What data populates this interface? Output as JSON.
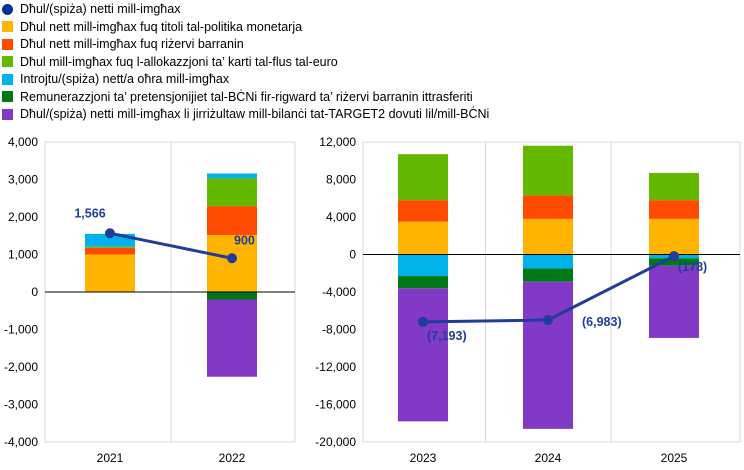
{
  "legend": [
    {
      "label": "Dħul/(spiża) netti mill-imgħax",
      "color": "#003299",
      "marker": "dot"
    },
    {
      "label": "Dħul nett mill-imgħax fuq titoli tal-politika monetarja",
      "color": "#FFB400",
      "marker": "square"
    },
    {
      "label": "Dħul nett mill-imgħax fuq riżervi barranin",
      "color": "#FF4B00",
      "marker": "square"
    },
    {
      "label": "Dħul mill-imgħax fuq l-allokazzjoni ta’ karti tal-flus tal-euro",
      "color": "#65B800",
      "marker": "square"
    },
    {
      "label": "Introjtu/(spiża) nett/a oħra mill-imgħax",
      "color": "#00B1EA",
      "marker": "square"
    },
    {
      "label": "Remunerazzjoni ta’ pretensjonijiet tal-BĊNi fir-rigward ta’ riżervi barranin ittrasferiti",
      "color": "#007816",
      "marker": "square"
    },
    {
      "label": "Dħul/(spiża) netti mill-imgħax li jirriżultaw mill-bilanċi tat-TARGET2 dovuti lil/mill-BĊNi",
      "color": "#8139C6",
      "marker": "square"
    }
  ],
  "chart_data": [
    {
      "type": "bar",
      "stacked": true,
      "categories": [
        "2021",
        "2022"
      ],
      "ylim": [
        -4000,
        4000
      ],
      "yticks": [
        "4,000",
        "3,000",
        "2,000",
        "1,000",
        "0",
        "-1,000",
        "-2,000",
        "-3,000",
        "-4,000"
      ],
      "series": [
        {
          "name": "Dħul nett mill-imgħax fuq titoli tal-politika monetarja",
          "color": "#FFB400",
          "values": [
            1000,
            1520
          ]
        },
        {
          "name": "Dħul nett mill-imgħax fuq riżervi barranin",
          "color": "#FF4B00",
          "values": [
            180,
            770
          ]
        },
        {
          "name": "Dħul mill-imgħax fuq l-allokazzjoni ta’ karti tal-flus tal-euro",
          "color": "#65B800",
          "values": [
            30,
            740
          ]
        },
        {
          "name": "Introjtu/(spiża) nett/a oħra mill-imgħax",
          "color": "#00B1EA",
          "values": [
            340,
            130
          ]
        },
        {
          "name": "Remunerazzjoni ta’ pretensjonijiet tal-BĊNi fir-rigward ta’ riżervi barranin ittrasferiti",
          "color": "#007816",
          "values": [
            -10,
            -200
          ]
        },
        {
          "name": "Dħul/(spiża) netti mill-imgħax li jirriżultaw mill-bilanċi tat-TARGET2 dovuti lil/mill-BĊNi",
          "color": "#8139C6",
          "values": [
            0,
            -2060
          ]
        }
      ],
      "line": {
        "name": "Dħul/(spiża) netti mill-imgħax",
        "color": "#1F3D99",
        "values": [
          1566,
          900
        ],
        "labels": [
          "1,566",
          "900"
        ]
      }
    },
    {
      "type": "bar",
      "stacked": true,
      "categories": [
        "2023",
        "2024",
        "2025"
      ],
      "ylim": [
        -20000,
        12000
      ],
      "yticks": [
        "12,000",
        "8,000",
        "4,000",
        "0",
        "-4,000",
        "-8,000",
        "-12,000",
        "-16,000",
        "-20,000"
      ],
      "series": [
        {
          "name": "Dħul nett mill-imgħax fuq titoli tal-politika monetarja",
          "color": "#FFB400",
          "values": [
            3500,
            3800,
            3800
          ]
        },
        {
          "name": "Dħul nett mill-imgħax fuq riżervi barranin",
          "color": "#FF4B00",
          "values": [
            2300,
            2500,
            2000
          ]
        },
        {
          "name": "Dħul mill-imgħax fuq l-allokazzjoni ta’ karti tal-flus tal-euro",
          "color": "#65B800",
          "values": [
            4900,
            5300,
            2900
          ]
        },
        {
          "name": "Introjtu/(spiża) nett/a oħra mill-imgħax",
          "color": "#00B1EA",
          "values": [
            -2300,
            -1500,
            -400
          ]
        },
        {
          "name": "Remunerazzjoni ta’ pretensjonijiet tal-BĊNi fir-rigward ta’ riżervi barranin ittrasferiti",
          "color": "#007816",
          "values": [
            -1300,
            -1400,
            -800
          ]
        },
        {
          "name": "Dħul/(spiża) netti mill-imgħax li jirriżultaw mill-bilanċi tat-TARGET2 dovuti lil/mill-BĊNi",
          "color": "#8139C6",
          "values": [
            -14200,
            -15700,
            -7700
          ]
        }
      ],
      "line": {
        "name": "Dħul/(spiża) netti mill-imgħax",
        "color": "#1F3D99",
        "values": [
          -7193,
          -6983,
          -178
        ],
        "labels": [
          "(7,193)",
          "(6,983)",
          "(178)"
        ]
      }
    }
  ]
}
